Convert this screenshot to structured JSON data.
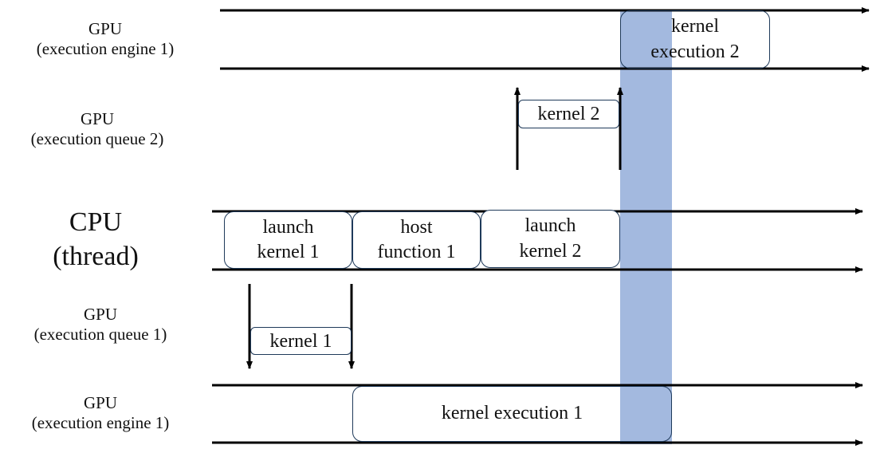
{
  "lanes": [
    {
      "line1": "GPU",
      "line2": "(execution engine 1)"
    },
    {
      "line1": "GPU",
      "line2": "(execution queue 2)"
    },
    {
      "line1": "CPU",
      "line2": "(thread)"
    },
    {
      "line1": "GPU",
      "line2": "(execution queue 1)"
    },
    {
      "line1": "GPU",
      "line2": "(execution engine 1)"
    }
  ],
  "boxes": {
    "kernel_execution_2": {
      "line1": "kernel",
      "line2": "execution 2"
    },
    "kernel_2": "kernel 2",
    "launch_kernel_1": {
      "line1": "launch",
      "line2": "kernel 1"
    },
    "host_function_1": {
      "line1": "host",
      "line2": "function 1"
    },
    "launch_kernel_2": {
      "line1": "launch",
      "line2": "kernel 2"
    },
    "kernel_1": "kernel 1",
    "kernel_execution_1": "kernel execution 1"
  },
  "colors": {
    "highlight": "#a3b9df",
    "box_border": "#1f3a5a",
    "line": "#000000"
  }
}
